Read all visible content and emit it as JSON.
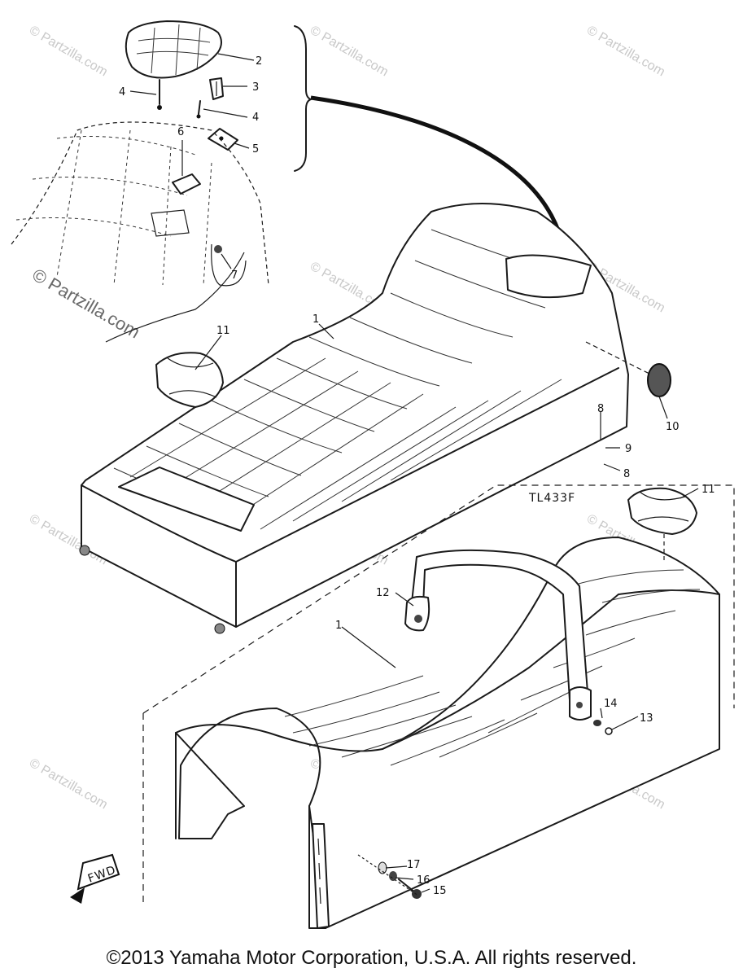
{
  "watermark": {
    "text": "© Partzilla.com",
    "prominent_text": "© Partzilla.com"
  },
  "diagram_code": "TL433F",
  "fwd_label": "FWD",
  "callouts": {
    "c1_upper": "1",
    "c1_lower": "1",
    "c2": "2",
    "c3": "3",
    "c4_left": "4",
    "c4_right": "4",
    "c5": "5",
    "c6": "6",
    "c7": "7",
    "c8": "8",
    "c9": "9",
    "c10": "10",
    "c11_left": "11",
    "c11_right": "11",
    "c12": "12",
    "c13": "13",
    "c14": "14",
    "c15": "15",
    "c16": "16",
    "c17": "17"
  },
  "footer": {
    "copyright": "©2013 Yamaha Motor Corporation, U.S.A. All rights reserved."
  }
}
